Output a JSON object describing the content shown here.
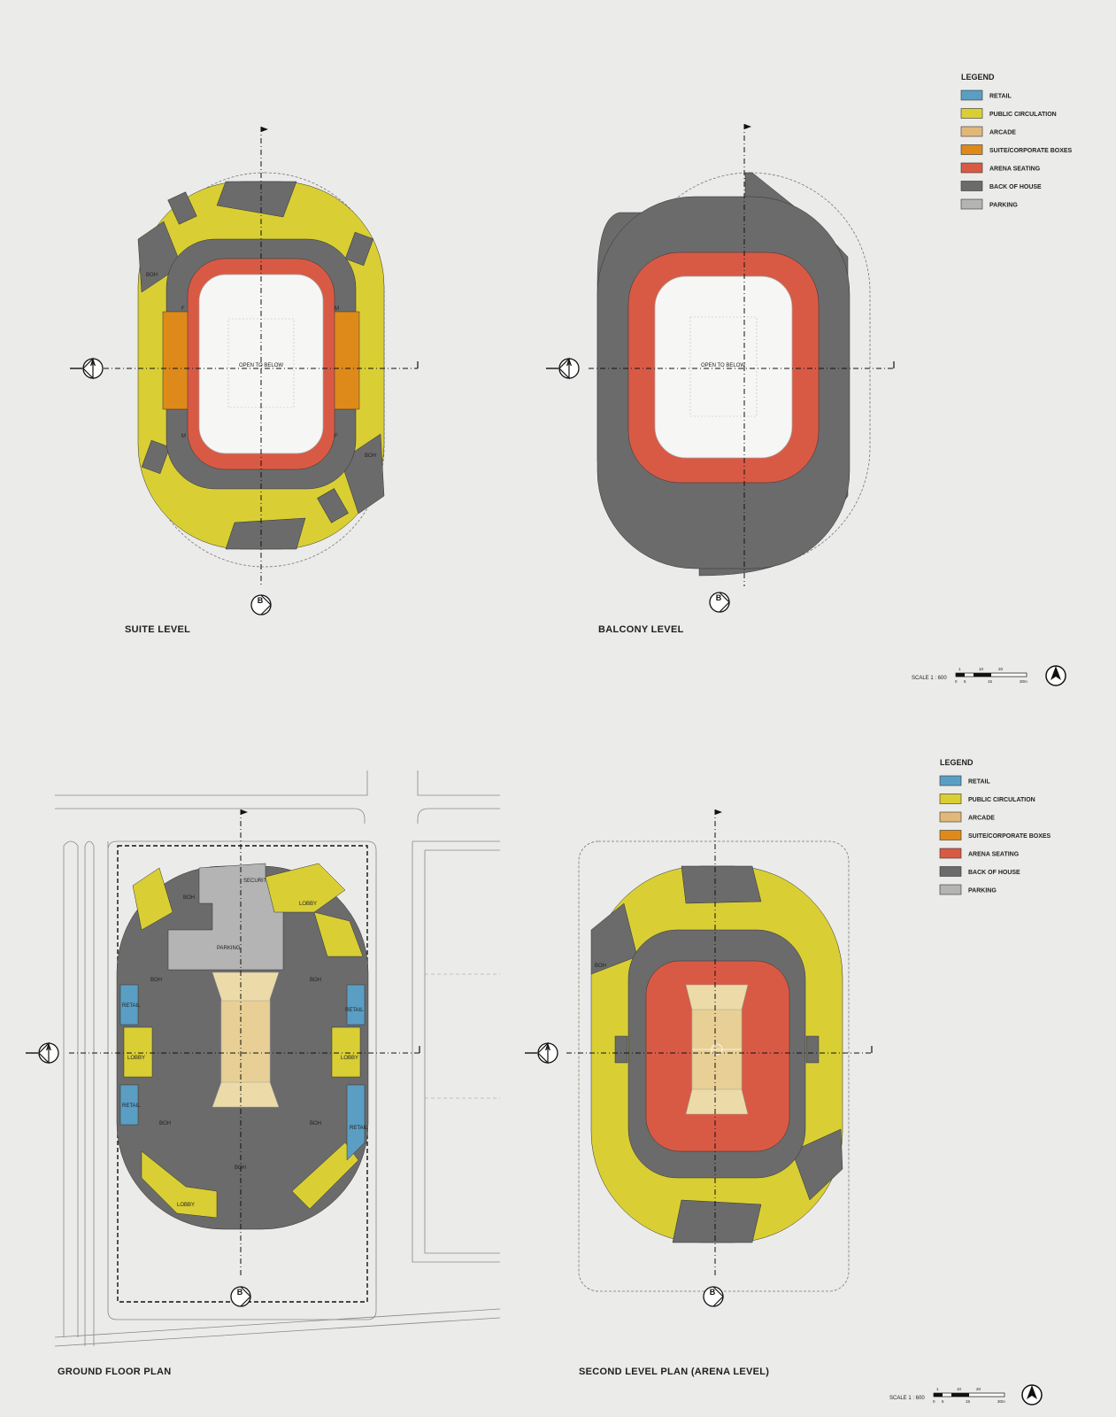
{
  "colors": {
    "retail": "#5a9ec4",
    "public_circulation": "#d9cf35",
    "arcade": "#e2b87a",
    "suite_boxes": "#dd8a1a",
    "arena_seating": "#d85a45",
    "back_of_house": "#6b6b6b",
    "parking": "#b4b4b4",
    "court": "#ecdba8",
    "background": "#ebebe9"
  },
  "legend": {
    "title": "LEGEND",
    "items": [
      {
        "label": "RETAIL",
        "color": "#5a9ec4"
      },
      {
        "label": "PUBLIC CIRCULATION",
        "color": "#d9cf35"
      },
      {
        "label": "ARCADE",
        "color": "#e2b87a"
      },
      {
        "label": "SUITE/CORPORATE BOXES",
        "color": "#dd8a1a"
      },
      {
        "label": "ARENA SEATING",
        "color": "#d85a45"
      },
      {
        "label": "BACK OF HOUSE",
        "color": "#6b6b6b"
      },
      {
        "label": "PARKING",
        "color": "#b4b4b4"
      }
    ]
  },
  "plans": {
    "suite": {
      "title": "SUITE LEVEL",
      "center_label": "OPEN TO BELOW",
      "boh": "BOH",
      "f": "F",
      "m": "M"
    },
    "balcony": {
      "title": "BALCONY LEVEL",
      "center_label": "OPEN TO BELOW"
    },
    "ground": {
      "title": "GROUND FLOOR PLAN",
      "boh": "BOH",
      "retail": "RETAIL",
      "lobby": "LOBBY",
      "parking": "PARKING",
      "security": "SECURITY"
    },
    "second": {
      "title": "SECOND LEVEL PLAN (ARENA LEVEL)",
      "boh": "BOH"
    }
  },
  "section_markers": {
    "a": "A",
    "b": "B"
  },
  "scale": {
    "label": "SCALE 1 : 600",
    "ticks_top": [
      "1",
      "10",
      "20"
    ],
    "ticks_bottom": [
      "0",
      "5",
      "15",
      "30m"
    ]
  }
}
